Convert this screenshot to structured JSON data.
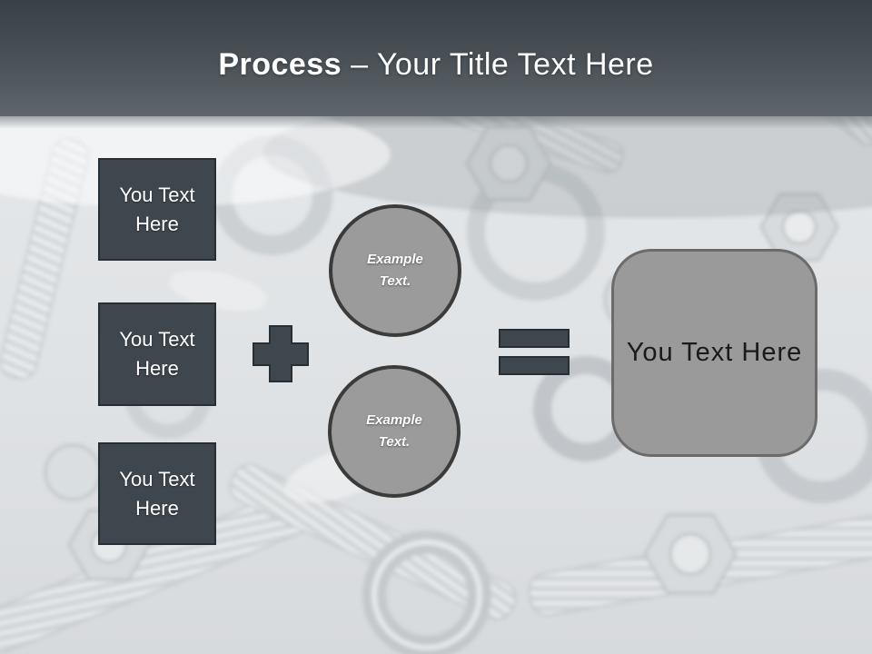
{
  "title": {
    "emphasis": "Process",
    "rest": "– Your Title Text Here"
  },
  "left_boxes": [
    {
      "label": "You Text Here"
    },
    {
      "label": "You Text Here"
    },
    {
      "label": "You Text Here"
    }
  ],
  "icons": {
    "plus": "plus-icon",
    "equals": "equals-icon"
  },
  "circles": [
    {
      "lines": [
        "Example",
        "Text."
      ]
    },
    {
      "lines": [
        "Example",
        "Text."
      ]
    }
  ],
  "result_box": {
    "label": "You Text Here"
  },
  "colors": {
    "header_top": "#394046",
    "header_mid": "#474f55",
    "header_bottom": "#5e666c",
    "shape_dark": "#3e464e",
    "shape_dark_border": "#272e34",
    "circle_fill": "#9b9b9b",
    "circle_border": "#3b3b3b",
    "result_fill": "#9a9a9a",
    "result_border": "#6b6b6b",
    "title_text": "#ffffff",
    "box_text": "#ffffff",
    "circle_text": "#ffffff",
    "result_text": "#1a1a1a",
    "background_base": "#dfe2e4"
  }
}
